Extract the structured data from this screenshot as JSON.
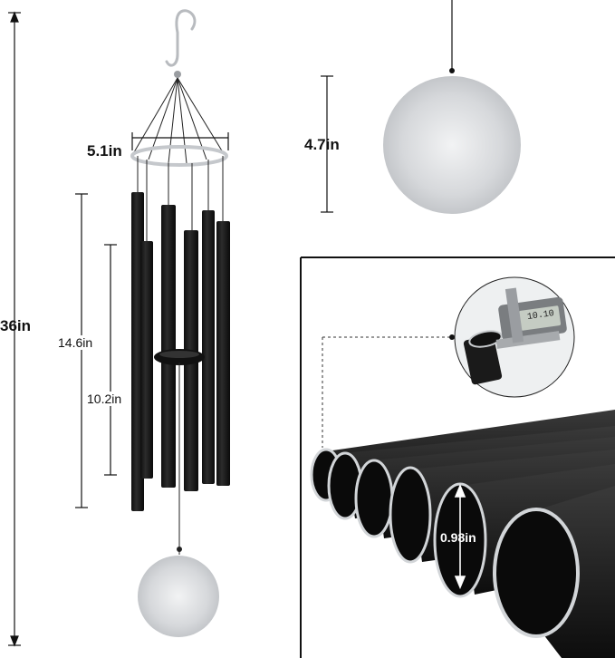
{
  "dimensions": {
    "overall_height": "36in",
    "ring_diameter": "5.1in",
    "disc_diameter": "4.7in",
    "longest_tube": "14.6in",
    "shortest_tube": "10.2in",
    "tube_outer_diameter": "0.98in"
  },
  "caliper_display": "10.10",
  "colors": {
    "tube": "#1a1a1a",
    "tube_highlight": "#4a4a4a",
    "metal": "#c9ccd0",
    "dimension_line": "#111111"
  },
  "icons": [
    "s-hook-icon",
    "strike-disc-icon",
    "wind-sail-disc-icon",
    "digital-caliper-icon"
  ]
}
